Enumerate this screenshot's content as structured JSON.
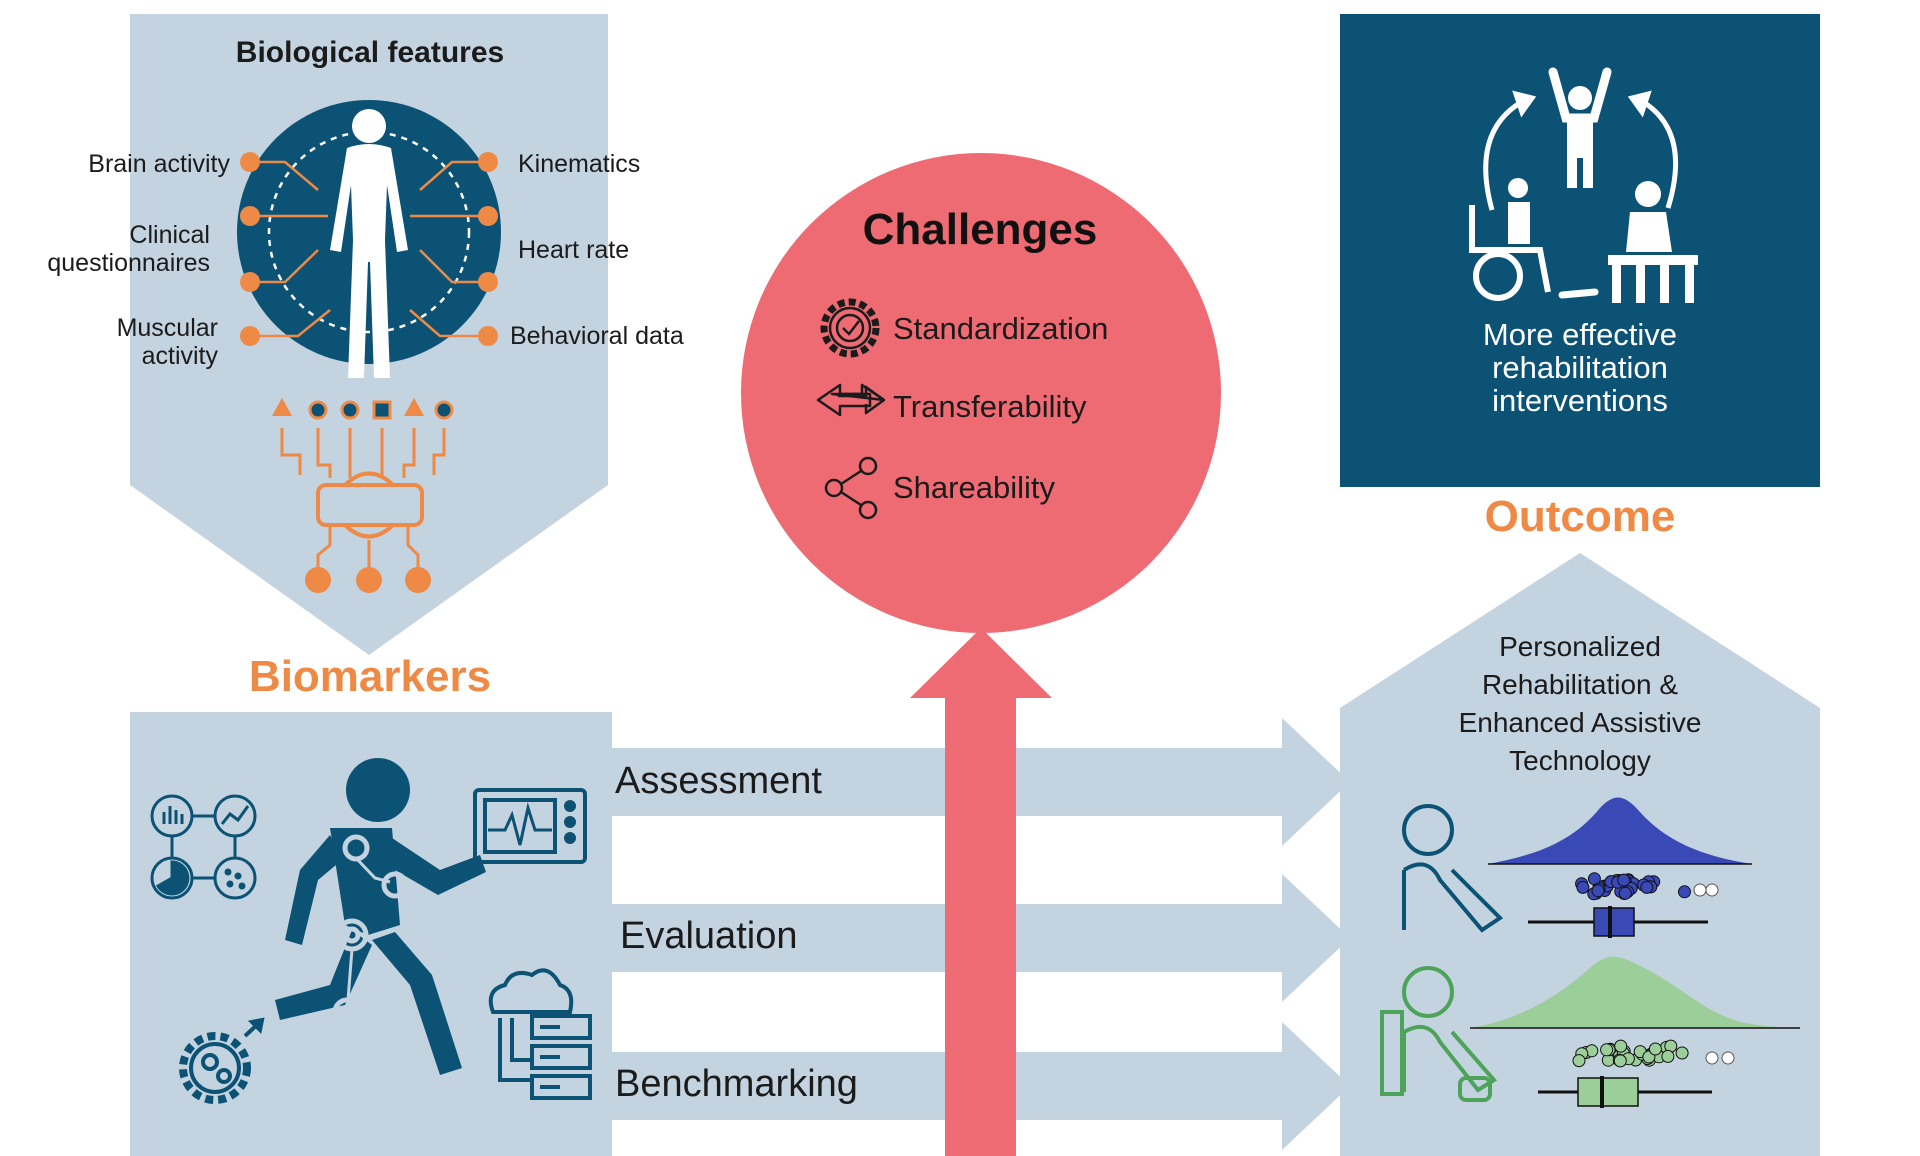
{
  "biological_features": {
    "title": "Biological features",
    "left_items": [
      "Brain activity",
      "Clinical\nquestionnaires",
      "Muscular\nactivity"
    ],
    "right_items": [
      "Kinematics",
      "Heart rate",
      "Behavioral data"
    ]
  },
  "biomarkers": {
    "label": "Biomarkers"
  },
  "challenges": {
    "title": "Challenges",
    "items": [
      {
        "label": "Standardization",
        "icon": "gear-check-icon"
      },
      {
        "label": "Transferability",
        "icon": "swap-arrows-icon"
      },
      {
        "label": "Shareability",
        "icon": "share-icon"
      }
    ]
  },
  "outcome": {
    "label": "Outcome",
    "box_text": "More effective\nrehabilitation\ninterventions"
  },
  "processes": [
    "Assessment",
    "Evaluation",
    "Benchmarking"
  ],
  "personalized": {
    "text": "Personalized\nRehabilitation &\nEnhanced Assistive\nTechnology"
  },
  "colors": {
    "panel": "#c3d3df",
    "navy": "#0b5274",
    "orange": "#ee8a45",
    "circle_red": "#ef6b73",
    "blue_dist": "#3949b6",
    "green_dist": "#9cce99",
    "green_line": "#4ea35a"
  }
}
